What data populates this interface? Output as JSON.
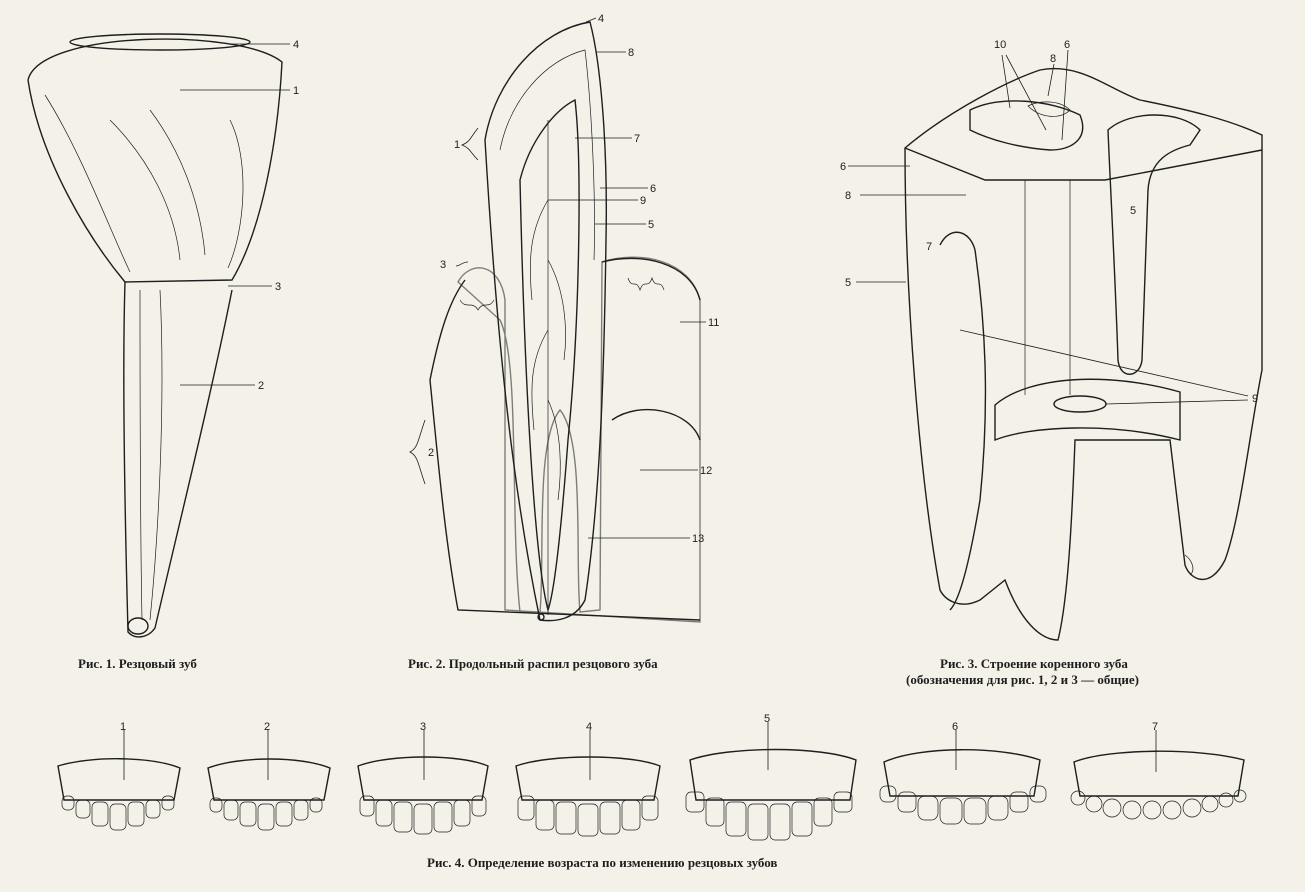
{
  "colors": {
    "paper": "#f4f1e8",
    "ink": "#1e1e1e",
    "stipple": "#9a958a"
  },
  "fig1": {
    "caption": "Рис. 1. Резцовый зуб",
    "labels": [
      "1",
      "2",
      "3",
      "4"
    ]
  },
  "fig2": {
    "caption": "Рис. 2. Продольный распил резцового зуба",
    "labels": [
      "1",
      "2",
      "3",
      "4",
      "5",
      "6",
      "7",
      "8",
      "9",
      "11",
      "12",
      "13"
    ]
  },
  "fig3": {
    "caption_line1": "Рис. 3. Строение коренного зуба",
    "caption_line2": "(обозначения для рис. 1, 2 и 3 — общие)",
    "labels": [
      "5",
      "5",
      "6",
      "6",
      "7",
      "8",
      "8",
      "9",
      "10"
    ]
  },
  "fig4": {
    "caption": "Рис. 4. Определение возраста по изменению резцовых зубов",
    "stages": [
      "1",
      "2",
      "3",
      "4",
      "5",
      "6",
      "7"
    ]
  }
}
